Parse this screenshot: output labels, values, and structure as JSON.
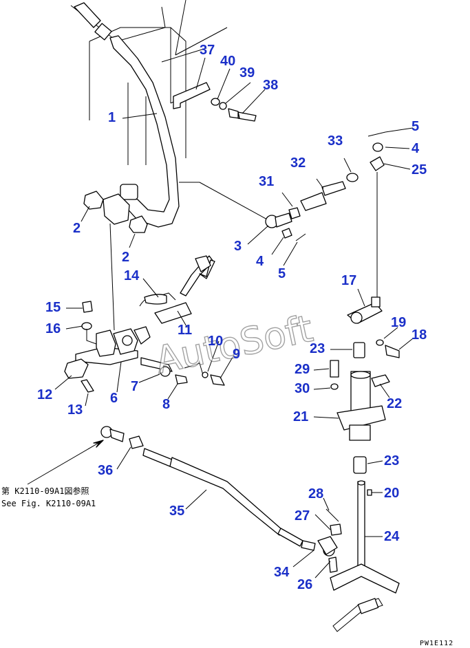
{
  "diagram": {
    "watermark": "AutoSoft",
    "drawing_code": "PW1E112",
    "reference": {
      "line1": "第 K2110-09A1図参照",
      "line2": "See Fig. K2110-09A1"
    },
    "callouts": [
      "1",
      "2",
      "2",
      "3",
      "4",
      "4",
      "5",
      "5",
      "6",
      "7",
      "8",
      "9",
      "10",
      "11",
      "12",
      "13",
      "14",
      "15",
      "16",
      "17",
      "18",
      "19",
      "20",
      "21",
      "22",
      "23",
      "23",
      "24",
      "25",
      "26",
      "27",
      "28",
      "29",
      "30",
      "31",
      "32",
      "33",
      "34",
      "35",
      "36",
      "37",
      "38",
      "39",
      "40"
    ],
    "colors": {
      "callout": "#1a2fc8",
      "line": "#000000",
      "background": "#ffffff"
    }
  }
}
